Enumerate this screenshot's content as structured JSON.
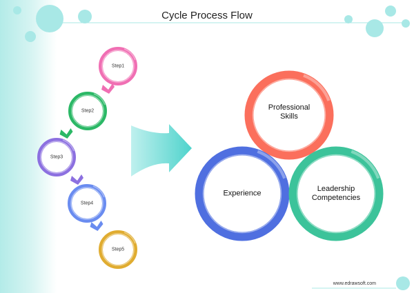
{
  "title": "Cycle Process Flow",
  "steps": [
    {
      "label": "Step1",
      "color": "#f06fb3"
    },
    {
      "label": "Step2",
      "color": "#2bb866"
    },
    {
      "label": "Step3",
      "color": "#8c70e0"
    },
    {
      "label": "Step4",
      "color": "#6a8cf0"
    },
    {
      "label": "Step5",
      "color": "#e0ac30"
    }
  ],
  "outcomes": [
    {
      "label_lines": [
        "Professional",
        "Skills"
      ],
      "color": "#fb6f5c"
    },
    {
      "label_lines": [
        "Experience"
      ],
      "color": "#4f6fe0"
    },
    {
      "label_lines": [
        "Leadership",
        "Competencies"
      ],
      "color": "#3cc39a"
    }
  ],
  "accent_color": "#a8e8e6",
  "footer": "www.edrawsoft.com"
}
